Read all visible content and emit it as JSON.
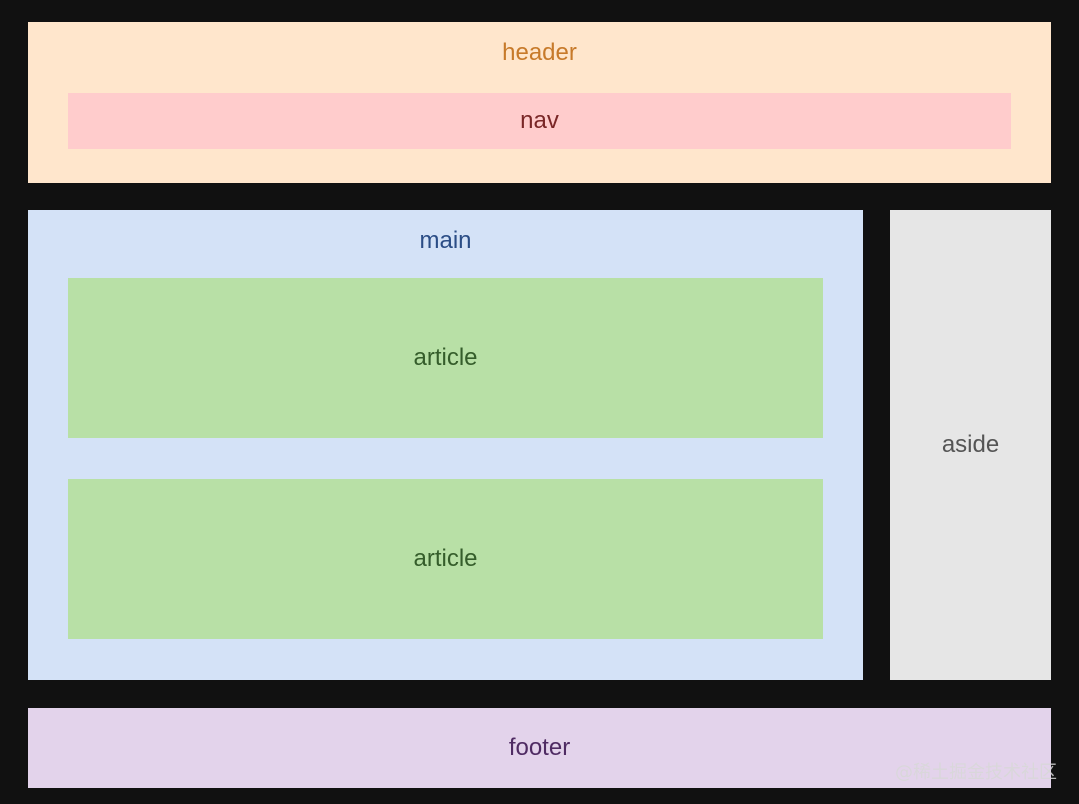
{
  "header": {
    "label": "header"
  },
  "nav": {
    "label": "nav"
  },
  "main": {
    "label": "main",
    "articles": [
      {
        "label": "article"
      },
      {
        "label": "article"
      }
    ]
  },
  "aside": {
    "label": "aside"
  },
  "footer": {
    "label": "footer"
  },
  "watermark": {
    "text": "@稀土掘金技术社区"
  },
  "colors": {
    "background": "#111111",
    "header": "#ffe6cc",
    "nav": "#ffcccc",
    "main": "#d4e2f7",
    "article": "#b8e0a6",
    "aside": "#e6e6e6",
    "footer": "#e3d3eb"
  }
}
